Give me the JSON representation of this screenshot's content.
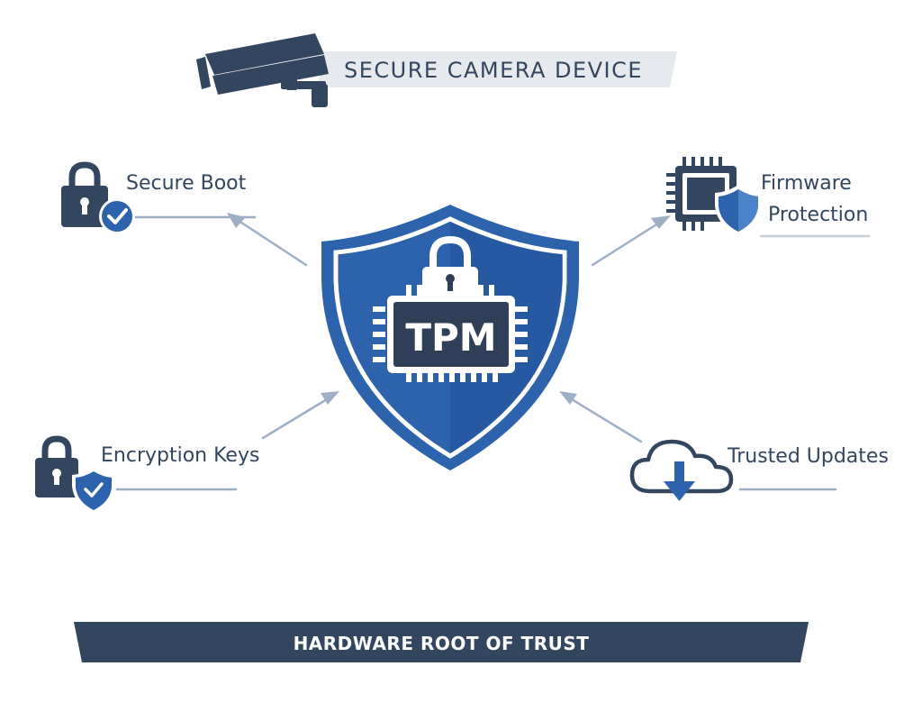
{
  "header": {
    "title": "SECURE CAMERA DEVICE"
  },
  "center": {
    "chip_label": "TPM"
  },
  "features": {
    "secure_boot": {
      "label": "Secure Boot"
    },
    "firmware_protection": {
      "label_line1": "Firmware",
      "label_line2": "Protection"
    },
    "encryption_keys": {
      "label": "Encryption Keys"
    },
    "trusted_updates": {
      "label": "Trusted Updates"
    }
  },
  "footer": {
    "banner": "HARDWARE ROOT OF TRUST"
  },
  "colors": {
    "navy": "#33465f",
    "blue": "#2d62ad",
    "blue_light": "#4b82c8",
    "banner_gray": "#e6e9ee",
    "arrow": "#9fb0c6"
  },
  "icons": {
    "camera": "security-camera-icon",
    "shield": "shield-icon",
    "lock": "padlock-icon",
    "chip": "chip-icon",
    "check": "checkmark-icon",
    "cloud": "cloud-download-icon"
  }
}
